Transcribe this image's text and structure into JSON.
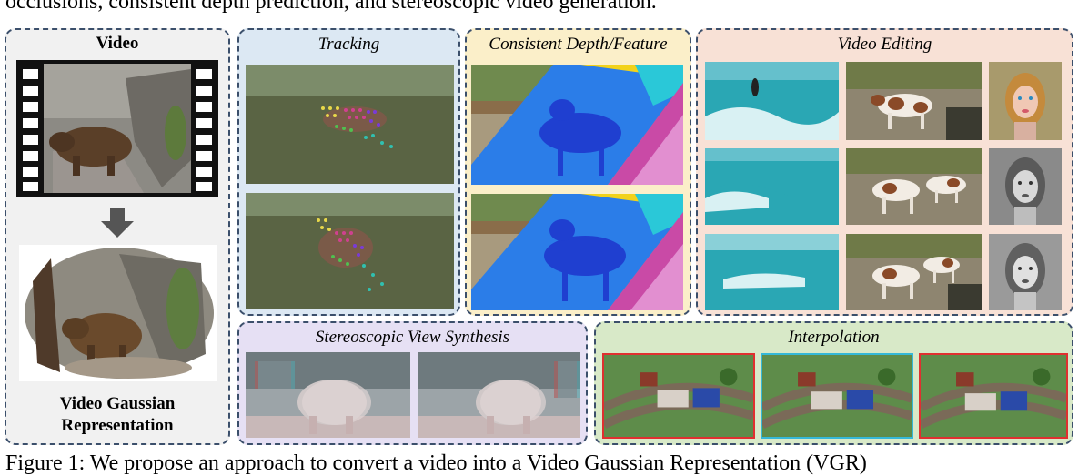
{
  "top_text": "occlusions, consistent depth prediction, and stereoscopic video generation.",
  "caption": "Figure 1:  We propose an approach to convert a video into a Video Gaussian Representation (VGR)",
  "video_panel": {
    "title": "Video",
    "bottom_label_line1": "Video Gaussian",
    "bottom_label_line2": "Representation"
  },
  "panels": {
    "tracking": "Tracking",
    "depth": "Consistent Depth/Feature",
    "editing": "Video Editing",
    "stereo": "Stereoscopic View Synthesis",
    "interp": "Interpolation"
  },
  "colors": {
    "video_bg": "#f1f1f1",
    "tracking_bg": "#dce8f3",
    "depth_bg": "#fbefc9",
    "editing_bg": "#f8e1d6",
    "stereo_bg": "#e6e0f4",
    "interp_bg": "#d8e9c8",
    "border": "#3b4f6b",
    "frame_red": "#e03030",
    "frame_cyan": "#35b8d8"
  }
}
